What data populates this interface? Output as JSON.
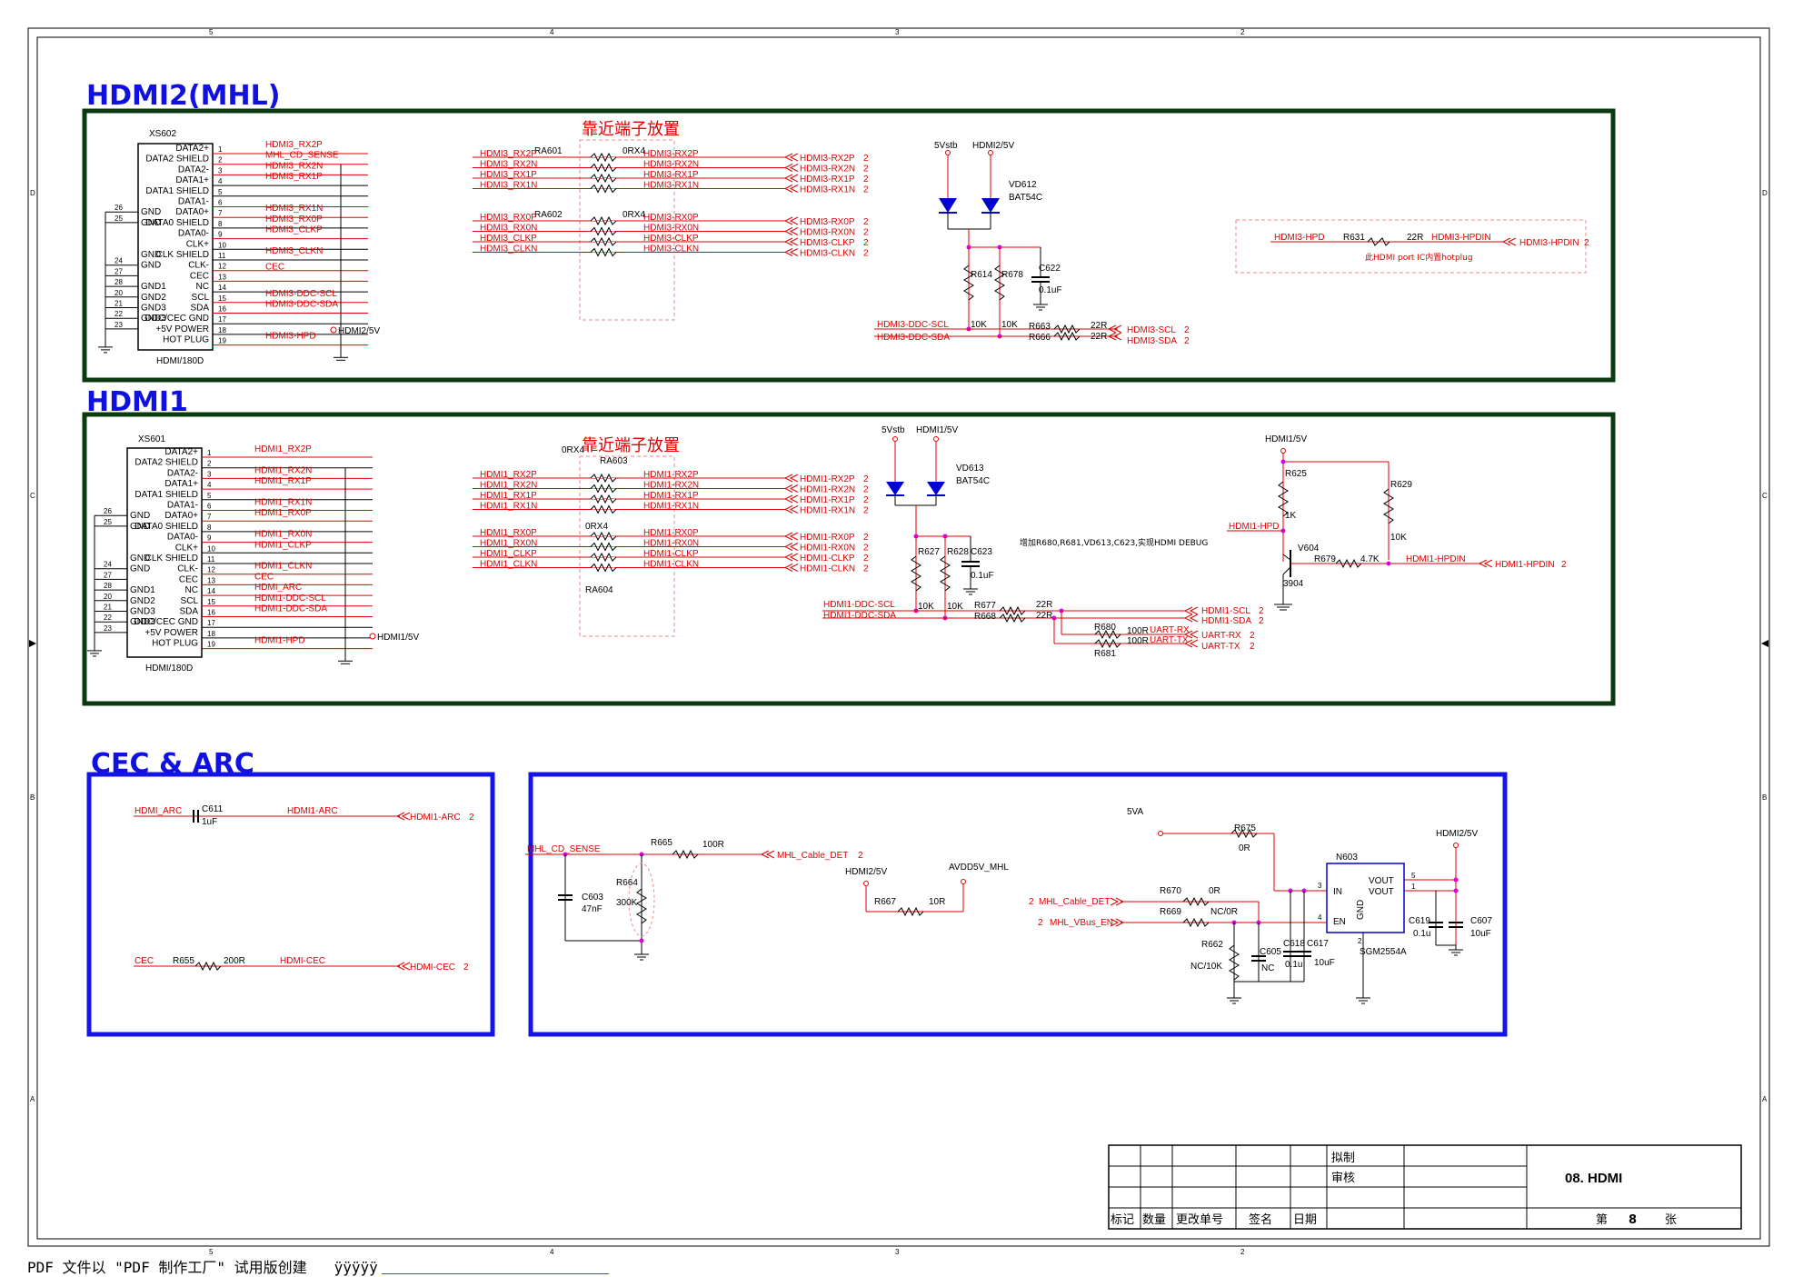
{
  "titles": {
    "hdmi2": "HDMI2(MHL)",
    "hdmi1": "HDMI1",
    "cec_arc": "CEC & ARC"
  },
  "notes": {
    "near_terminal_1": "靠近端子放置",
    "near_terminal_2": "靠近端子放置",
    "hotplug": "此HDMI port IC内置hotplug",
    "debug": "增加R680,R681,VD613,C623,实现HDMI DEBUG"
  },
  "border_labels": {
    "top": [
      "5",
      "4",
      "3",
      "2"
    ],
    "side": [
      "D",
      "C",
      "B",
      "A"
    ]
  },
  "hdmi2": {
    "connector_ref": "XS602",
    "connector_part": "HDMI/180D",
    "pins_right": [
      "DATA2+",
      "DATA2 SHIELD",
      "DATA2-",
      "DATA1+",
      "DATA1 SHIELD",
      "DATA1-",
      "DATA0+",
      "DATA0 SHIELD",
      "DATA0-",
      "CLK+",
      "CLK SHIELD",
      "CLK-",
      "CEC",
      "NC",
      "SCL",
      "SDA",
      "DDC/CEC GND",
      "+5V POWER",
      "HOT PLUG"
    ],
    "pins_left": [
      "GND",
      "GND",
      "GND",
      "GND",
      "GND1",
      "GND2",
      "GND3",
      "GND3"
    ],
    "pin_numbers": [
      "1",
      "2",
      "3",
      "4",
      "5",
      "6",
      "7",
      "8",
      "9",
      "10",
      "11",
      "12",
      "13",
      "14",
      "15",
      "16",
      "17",
      "18",
      "19"
    ],
    "left_nums": [
      "26",
      "25",
      "24",
      "27",
      "28",
      "20",
      "21",
      "22",
      "23"
    ],
    "nets": [
      "HDMI3_RX2P",
      "MHL_CD_SENSE",
      "HDMI3_RX2N",
      "HDMI3_RX1P",
      "HDMI3_RX1N",
      "HDMI3_RX0P",
      "HDMI3_CLKP",
      "HDMI3_CLKN",
      "CEC",
      "HDMI3-DDC-SCL",
      "HDMI3-DDC-SDA",
      "HDMI3-HPD"
    ],
    "hpd_net": "HDMI2/5V",
    "ra601": {
      "ref": "RA601",
      "val": "0RX4",
      "in": [
        "HDMI3_RX2P",
        "HDMI3_RX2N",
        "HDMI3_RX1P",
        "HDMI3_RX1N"
      ],
      "out": [
        "HDMI3-RX2P",
        "HDMI3-RX2N",
        "HDMI3-RX1P",
        "HDMI3-RX1N"
      ]
    },
    "ra602": {
      "ref": "RA602",
      "val": "0RX4",
      "in": [
        "HDMI3_RX0P",
        "HDMI3_RX0N",
        "HDMI3_CLKP",
        "HDMI3_CLKN"
      ],
      "out": [
        "HDMI3-RX0P",
        "HDMI3-RX0N",
        "HDMI3-CLKP",
        "HDMI3-CLKN"
      ]
    },
    "ports": [
      "HDMI3-RX2P",
      "HDMI3-RX2N",
      "HDMI3-RX1P",
      "HDMI3-RX1N",
      "HDMI3-RX0P",
      "HDMI3-RX0N",
      "HDMI3-CLKP",
      "HDMI3-CLKN"
    ],
    "port_sheet": "2",
    "diode": {
      "ref": "VD612",
      "part": "BAT54C",
      "a": "5Vstb",
      "b": "HDMI2/5V"
    },
    "r614": {
      "ref": "R614",
      "val": "10K"
    },
    "r678": {
      "ref": "R678",
      "val": "10K"
    },
    "c622": {
      "ref": "C622",
      "val": "0.1uF"
    },
    "ddc": {
      "scl": "HDMI3-DDC-SCL",
      "sda": "HDMI3-DDC-SDA",
      "r663": "R663",
      "r666": "R666",
      "rval": "22R",
      "scl_port": "HDMI3-SCL",
      "sda_port": "HDMI3-SDA"
    },
    "hpd": {
      "net": "HDMI3-HPD",
      "ref": "R631",
      "val": "22R",
      "out": "HDMI3-HPDIN",
      "port": "HDMI3-HPDIN"
    }
  },
  "hdmi1": {
    "connector_ref": "XS601",
    "connector_part": "HDMI/180D",
    "nets": [
      "HDMI1_RX2P",
      "HDMI1_RX2N",
      "HDMI1_RX1P",
      "HDMI1_RX1N",
      "HDMI1_RX0P",
      "HDMI1_RX0N",
      "HDMI1_CLKP",
      "HDMI1_CLKN",
      "CEC",
      "HDMI_ARC",
      "HDMI1-DDC-SCL",
      "HDMI1-DDC-SDA",
      "HDMI1-HPD"
    ],
    "hpd_net": "HDMI1/5V",
    "ra603": {
      "ref": "RA603",
      "val": "0RX4",
      "in": [
        "HDMI1_RX2P",
        "HDMI1_RX2N",
        "HDMI1_RX1P",
        "HDMI1_RX1N"
      ],
      "out": [
        "HDMI1-RX2P",
        "HDMI1-RX2N",
        "HDMI1-RX1P",
        "HDMI1-RX1N"
      ]
    },
    "ra604": {
      "ref": "RA604",
      "val": "0RX4",
      "in": [
        "HDMI1_RX0P",
        "HDMI1_RX0N",
        "HDMI1_CLKP",
        "HDMI1_CLKN"
      ],
      "out": [
        "HDMI1-RX0P",
        "HDMI1-RX0N",
        "HDMI1-CLKP",
        "HDMI1-CLKN"
      ]
    },
    "ports": [
      "HDMI1-RX2P",
      "HDMI1-RX2N",
      "HDMI1-RX1P",
      "HDMI1-RX1N",
      "HDMI1-RX0P",
      "HDMI1-RX0N",
      "HDMI1-CLKP",
      "HDMI1-CLKN"
    ],
    "diode": {
      "ref": "VD613",
      "part": "BAT54C",
      "a": "5Vstb",
      "b": "HDMI1/5V"
    },
    "r627": {
      "ref": "R627",
      "val": "10K"
    },
    "r628": {
      "ref": "R628",
      "val": "10K"
    },
    "c623": {
      "ref": "C623",
      "val": "0.1uF"
    },
    "ddc": {
      "scl": "HDMI1-DDC-SCL",
      "sda": "HDMI1-DDC-SDA",
      "r677": "R677",
      "r668": "R668",
      "rval": "22R",
      "scl_port": "HDMI1-SCL",
      "sda_port": "HDMI1-SDA"
    },
    "uart": {
      "r680": "R680",
      "r681": "R681",
      "val": "100R",
      "rx": "UART-RX",
      "tx": "UART-TX"
    },
    "hpd": {
      "supply": "HDMI1/5V",
      "r625": "R625",
      "r625v": "1K",
      "r629": "R629",
      "r629v": "10K",
      "q": "V604",
      "qpart": "3904",
      "r679": "R679",
      "r679v": "4.7K",
      "net": "HDMI1-HPD",
      "out": "HDMI1-HPDIN",
      "port": "HDMI1-HPDIN"
    }
  },
  "cec": {
    "arc_net": "HDMI_ARC",
    "c611": "C611",
    "c611v": "1uF",
    "arc_out": "HDMI1-ARC",
    "arc_port": "HDMI1-ARC",
    "cec_net": "CEC",
    "r655": "R655",
    "r655v": "200R",
    "cec_out": "HDMI-CEC",
    "cec_port": "HDMI-CEC",
    "sheet": "2"
  },
  "mhl": {
    "sense": "MHL_CD_SENSE",
    "r665": "R665",
    "r665v": "100R",
    "det_port": "MHL_Cable_DET",
    "c603": "C603",
    "c603v": "47nF",
    "r664": "R664",
    "r664v": "300K",
    "hdmi2_5v": "HDMI2/5V",
    "avdd": "AVDD5V_MHL",
    "r667": "R667",
    "r667v": "10R",
    "supply": "5VA",
    "r675": "R675",
    "r675v": "0R",
    "det_in": "MHL_Cable_DET",
    "vbus_in": "MHL_VBus_EN",
    "r670": "R670",
    "r670v": "0R",
    "r669": "R669",
    "r669v": "NC/0R",
    "r662": "R662",
    "r662v": "NC/10K",
    "c605": "C605",
    "c605v": "NC",
    "c618": "C618",
    "c618v": "0.1u",
    "c617": "C617",
    "c617v": "10uF",
    "ic": "N603",
    "ic_part": "SGM2554A",
    "ic_in": "IN",
    "ic_en": "EN",
    "ic_gnd": "GND",
    "ic_vout1": "VOUT",
    "ic_vout2": "VOUT",
    "pins": {
      "in": "3",
      "en": "4",
      "gnd": "2",
      "vout1": "5",
      "vout2": "1"
    },
    "out": "HDMI2/5V",
    "c619": "C619",
    "c619v": "0.1u",
    "c607": "C607",
    "c607v": "10uF"
  },
  "title_block": {
    "drawn": "拟制",
    "check": "审核",
    "title": "08. HDMI",
    "mark": "标记",
    "qty": "数量",
    "change": "更改单号",
    "sign": "签名",
    "date": "日期",
    "sheet_prefix": "第",
    "sheet": "8",
    "sheet_suffix": "张"
  },
  "footer": {
    "text": "PDF 文件以 \"PDF 制作工厂\" 试用版创建",
    "extra": "ÿÿÿÿÿ"
  },
  "colors": {
    "frame_green": "#0c3a10",
    "frame_blue": "#1414e6",
    "net_red": "#e00000",
    "diode_blue": "#0000d0",
    "junction": "#e000e0"
  }
}
